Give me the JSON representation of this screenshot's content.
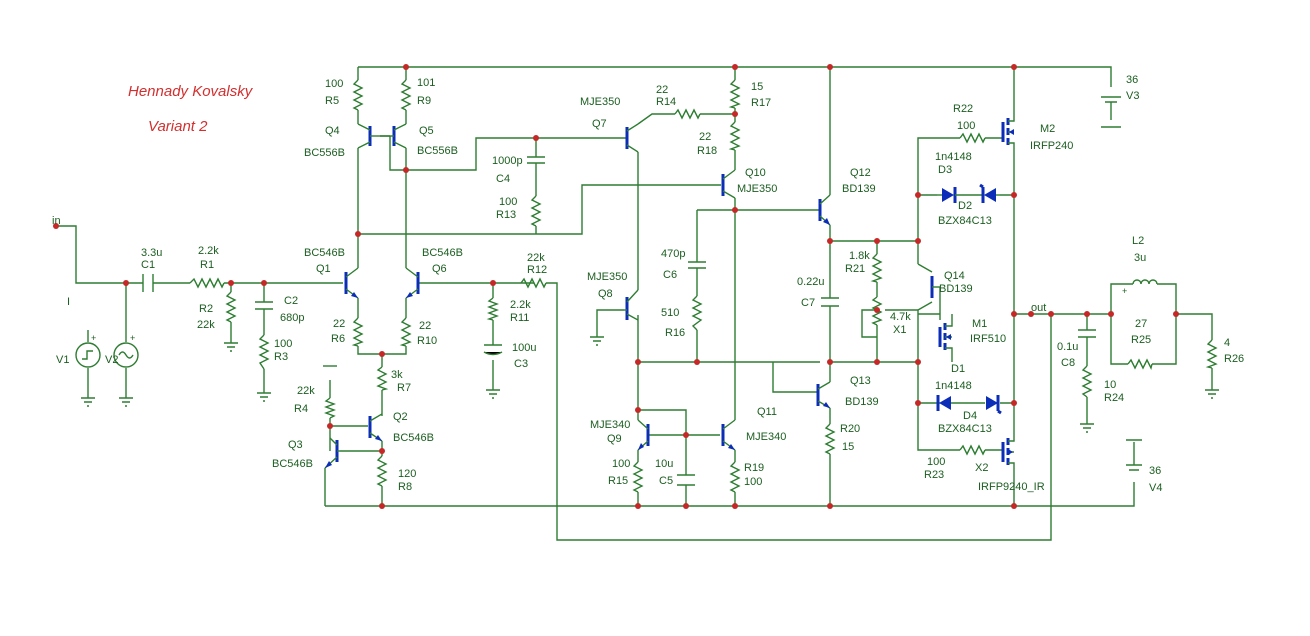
{
  "author": {
    "name": "Hennady Kovalsky",
    "variant": "Variant 2"
  },
  "colors": {
    "wire": "#2e7d32",
    "device": "#0c2db8",
    "node": "#c62828",
    "label": "#1b5e20",
    "author": "#d32f2f"
  },
  "components": {
    "in": "in",
    "I": "I",
    "V1": "V1",
    "V2": "V2",
    "C1": {
      "value": "3.3u",
      "ref": "C1"
    },
    "R1": {
      "value": "2.2k",
      "ref": "R1"
    },
    "R2": {
      "value": "22k",
      "ref": "R2"
    },
    "C2": {
      "value": "680p",
      "ref": "C2"
    },
    "R3": {
      "value": "100",
      "ref": "R3"
    },
    "R5": {
      "value": "100",
      "ref": "R5"
    },
    "R9": {
      "value": "101",
      "ref": "R9"
    },
    "Q4": {
      "ref": "Q4",
      "part": "BC556B"
    },
    "Q5": {
      "ref": "Q5",
      "part": "BC556B"
    },
    "Q1": {
      "ref": "Q1",
      "part": "BC546B"
    },
    "Q6": {
      "ref": "Q6",
      "part": "BC546B"
    },
    "R6": {
      "value": "22",
      "ref": "R6"
    },
    "R10": {
      "value": "22",
      "ref": "R10"
    },
    "R7": {
      "value": "3k",
      "ref": "R7"
    },
    "R4": {
      "value": "22k",
      "ref": "R4"
    },
    "Q2": {
      "ref": "Q2",
      "part": "BC546B"
    },
    "Q3": {
      "ref": "Q3",
      "part": "BC546B"
    },
    "R8": {
      "value": "120",
      "ref": "R8"
    },
    "C4": {
      "value": "1000p",
      "ref": "C4"
    },
    "R13": {
      "value": "100",
      "ref": "R13"
    },
    "R12": {
      "value": "22k",
      "ref": "R12"
    },
    "R11": {
      "value": "2.2k",
      "ref": "R11"
    },
    "C3": {
      "value": "100u",
      "ref": "C3"
    },
    "Q7": {
      "ref": "Q7",
      "part": "MJE350"
    },
    "R14": {
      "value": "22",
      "ref": "R14"
    },
    "R17": {
      "value": "15",
      "ref": "R17"
    },
    "R18": {
      "value": "22",
      "ref": "R18"
    },
    "Q10": {
      "ref": "Q10",
      "part": "MJE350"
    },
    "Q8": {
      "ref": "Q8",
      "part": "MJE350"
    },
    "C6": {
      "value": "470p",
      "ref": "C6"
    },
    "R16": {
      "value": "510",
      "ref": "R16"
    },
    "Q9": {
      "ref": "Q9",
      "part": "MJE340"
    },
    "Q11": {
      "ref": "Q11",
      "part": "MJE340"
    },
    "R15": {
      "value": "100",
      "ref": "R15"
    },
    "C5": {
      "value": "10u",
      "ref": "C5"
    },
    "R19": {
      "value": "100",
      "ref": "R19"
    },
    "Q12": {
      "ref": "Q12",
      "part": "BD139"
    },
    "Q13": {
      "ref": "Q13",
      "part": "BD139"
    },
    "C7": {
      "value": "0.22u",
      "ref": "C7"
    },
    "R20": {
      "value": "15",
      "ref": "R20"
    },
    "R21": {
      "value": "1.8k",
      "ref": "R21"
    },
    "X1": {
      "value": "4.7k",
      "ref": "X1"
    },
    "Q14": {
      "ref": "Q14",
      "part": "BD139"
    },
    "M1": {
      "ref": "M1",
      "part": "IRF510"
    },
    "R22": {
      "value": "100",
      "ref": "R22"
    },
    "M2": {
      "ref": "M2",
      "part": "IRFP240"
    },
    "D3": {
      "value": "1n4148",
      "ref": "D3"
    },
    "D2": {
      "ref": "D2",
      "part": "BZX84C13"
    },
    "D1": {
      "ref": "D1"
    },
    "D4": {
      "value": "1n4148",
      "ref": "D4",
      "part": "BZX84C13"
    },
    "R23": {
      "value": "100",
      "ref": "R23"
    },
    "X2": {
      "ref": "X2",
      "part": "IRFP9240_IR"
    },
    "V3": {
      "value": "36",
      "ref": "V3"
    },
    "V4": {
      "value": "36",
      "ref": "V4"
    },
    "out": "out",
    "L2": {
      "ref": "L2",
      "value": "3u"
    },
    "R25": {
      "value": "27",
      "ref": "R25"
    },
    "C8": {
      "value": "0.1u",
      "ref": "C8"
    },
    "R24": {
      "value": "10",
      "ref": "R24"
    },
    "R26": {
      "value": "4",
      "ref": "R26"
    }
  }
}
